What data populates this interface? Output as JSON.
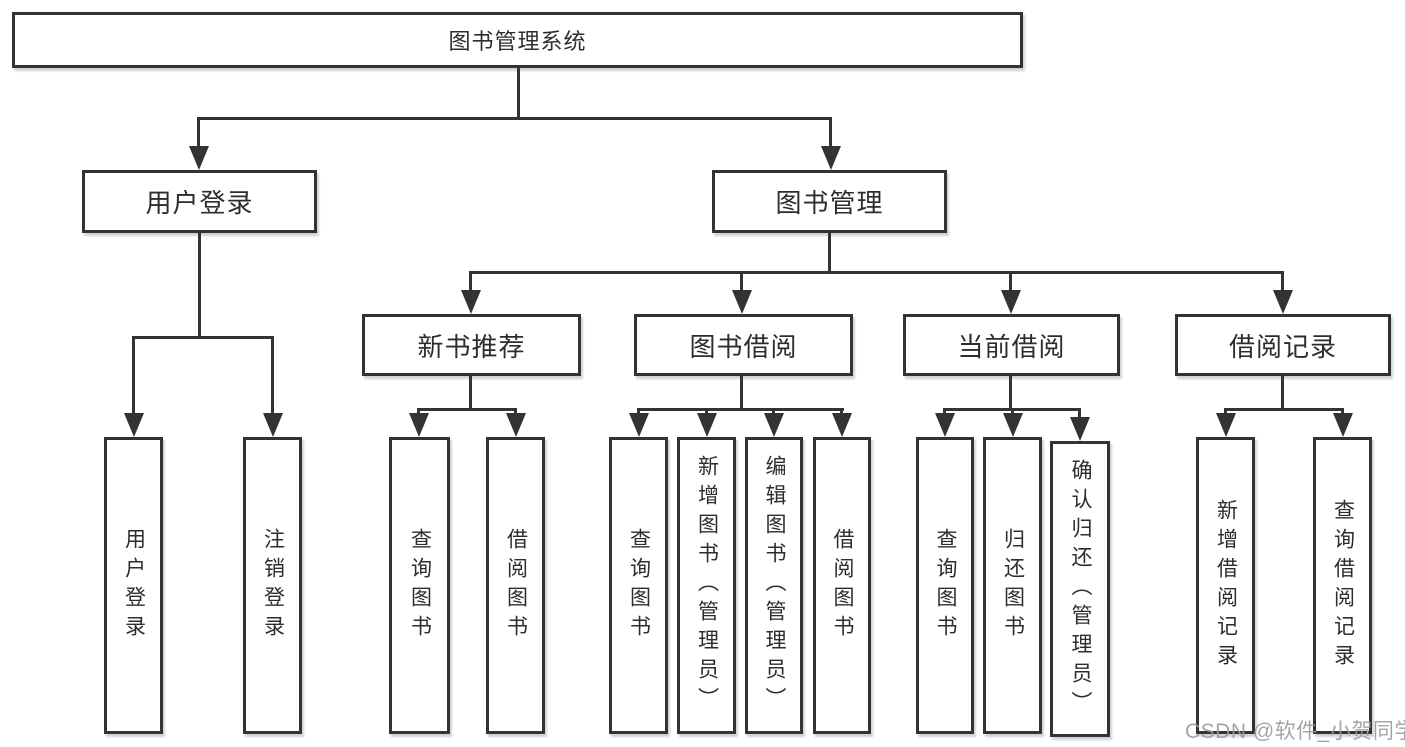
{
  "root": {
    "label": "图书管理系统"
  },
  "branches": {
    "user_login": {
      "label": "用户登录",
      "children": [
        {
          "label": "用户登录"
        },
        {
          "label": "注销登录"
        }
      ]
    },
    "book_management": {
      "label": "图书管理",
      "groups": [
        {
          "label": "新书推荐",
          "children": [
            {
              "label": "查询图书"
            },
            {
              "label": "借阅图书"
            }
          ]
        },
        {
          "label": "图书借阅",
          "children": [
            {
              "label": "查询图书"
            },
            {
              "label": "新增图书（管理员）"
            },
            {
              "label": "编辑图书（管理员）"
            },
            {
              "label": "借阅图书"
            }
          ]
        },
        {
          "label": "当前借阅",
          "children": [
            {
              "label": "查询图书"
            },
            {
              "label": "归还图书"
            },
            {
              "label": "确认归还（管理员）"
            }
          ]
        },
        {
          "label": "借阅记录",
          "children": [
            {
              "label": "新增借阅记录"
            },
            {
              "label": "查询借阅记录"
            }
          ]
        }
      ]
    }
  },
  "watermark": {
    "text": "CSDN @软件_小贺同学"
  },
  "colors": {
    "line": "#333333",
    "text": "#2d2d2d",
    "watermark": "#9b9ba3",
    "background": "#ffffff"
  }
}
